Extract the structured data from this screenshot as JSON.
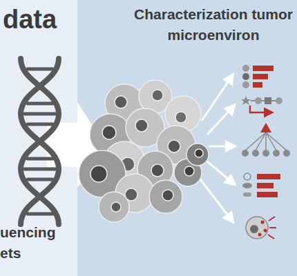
{
  "diagram": {
    "nodes": [
      {
        "text": [
          "data",
          "uencing ets"
        ]
      },
      {
        "text": [
          "Characterization tumor microenviron"
        ]
      }
    ]
  }
}
